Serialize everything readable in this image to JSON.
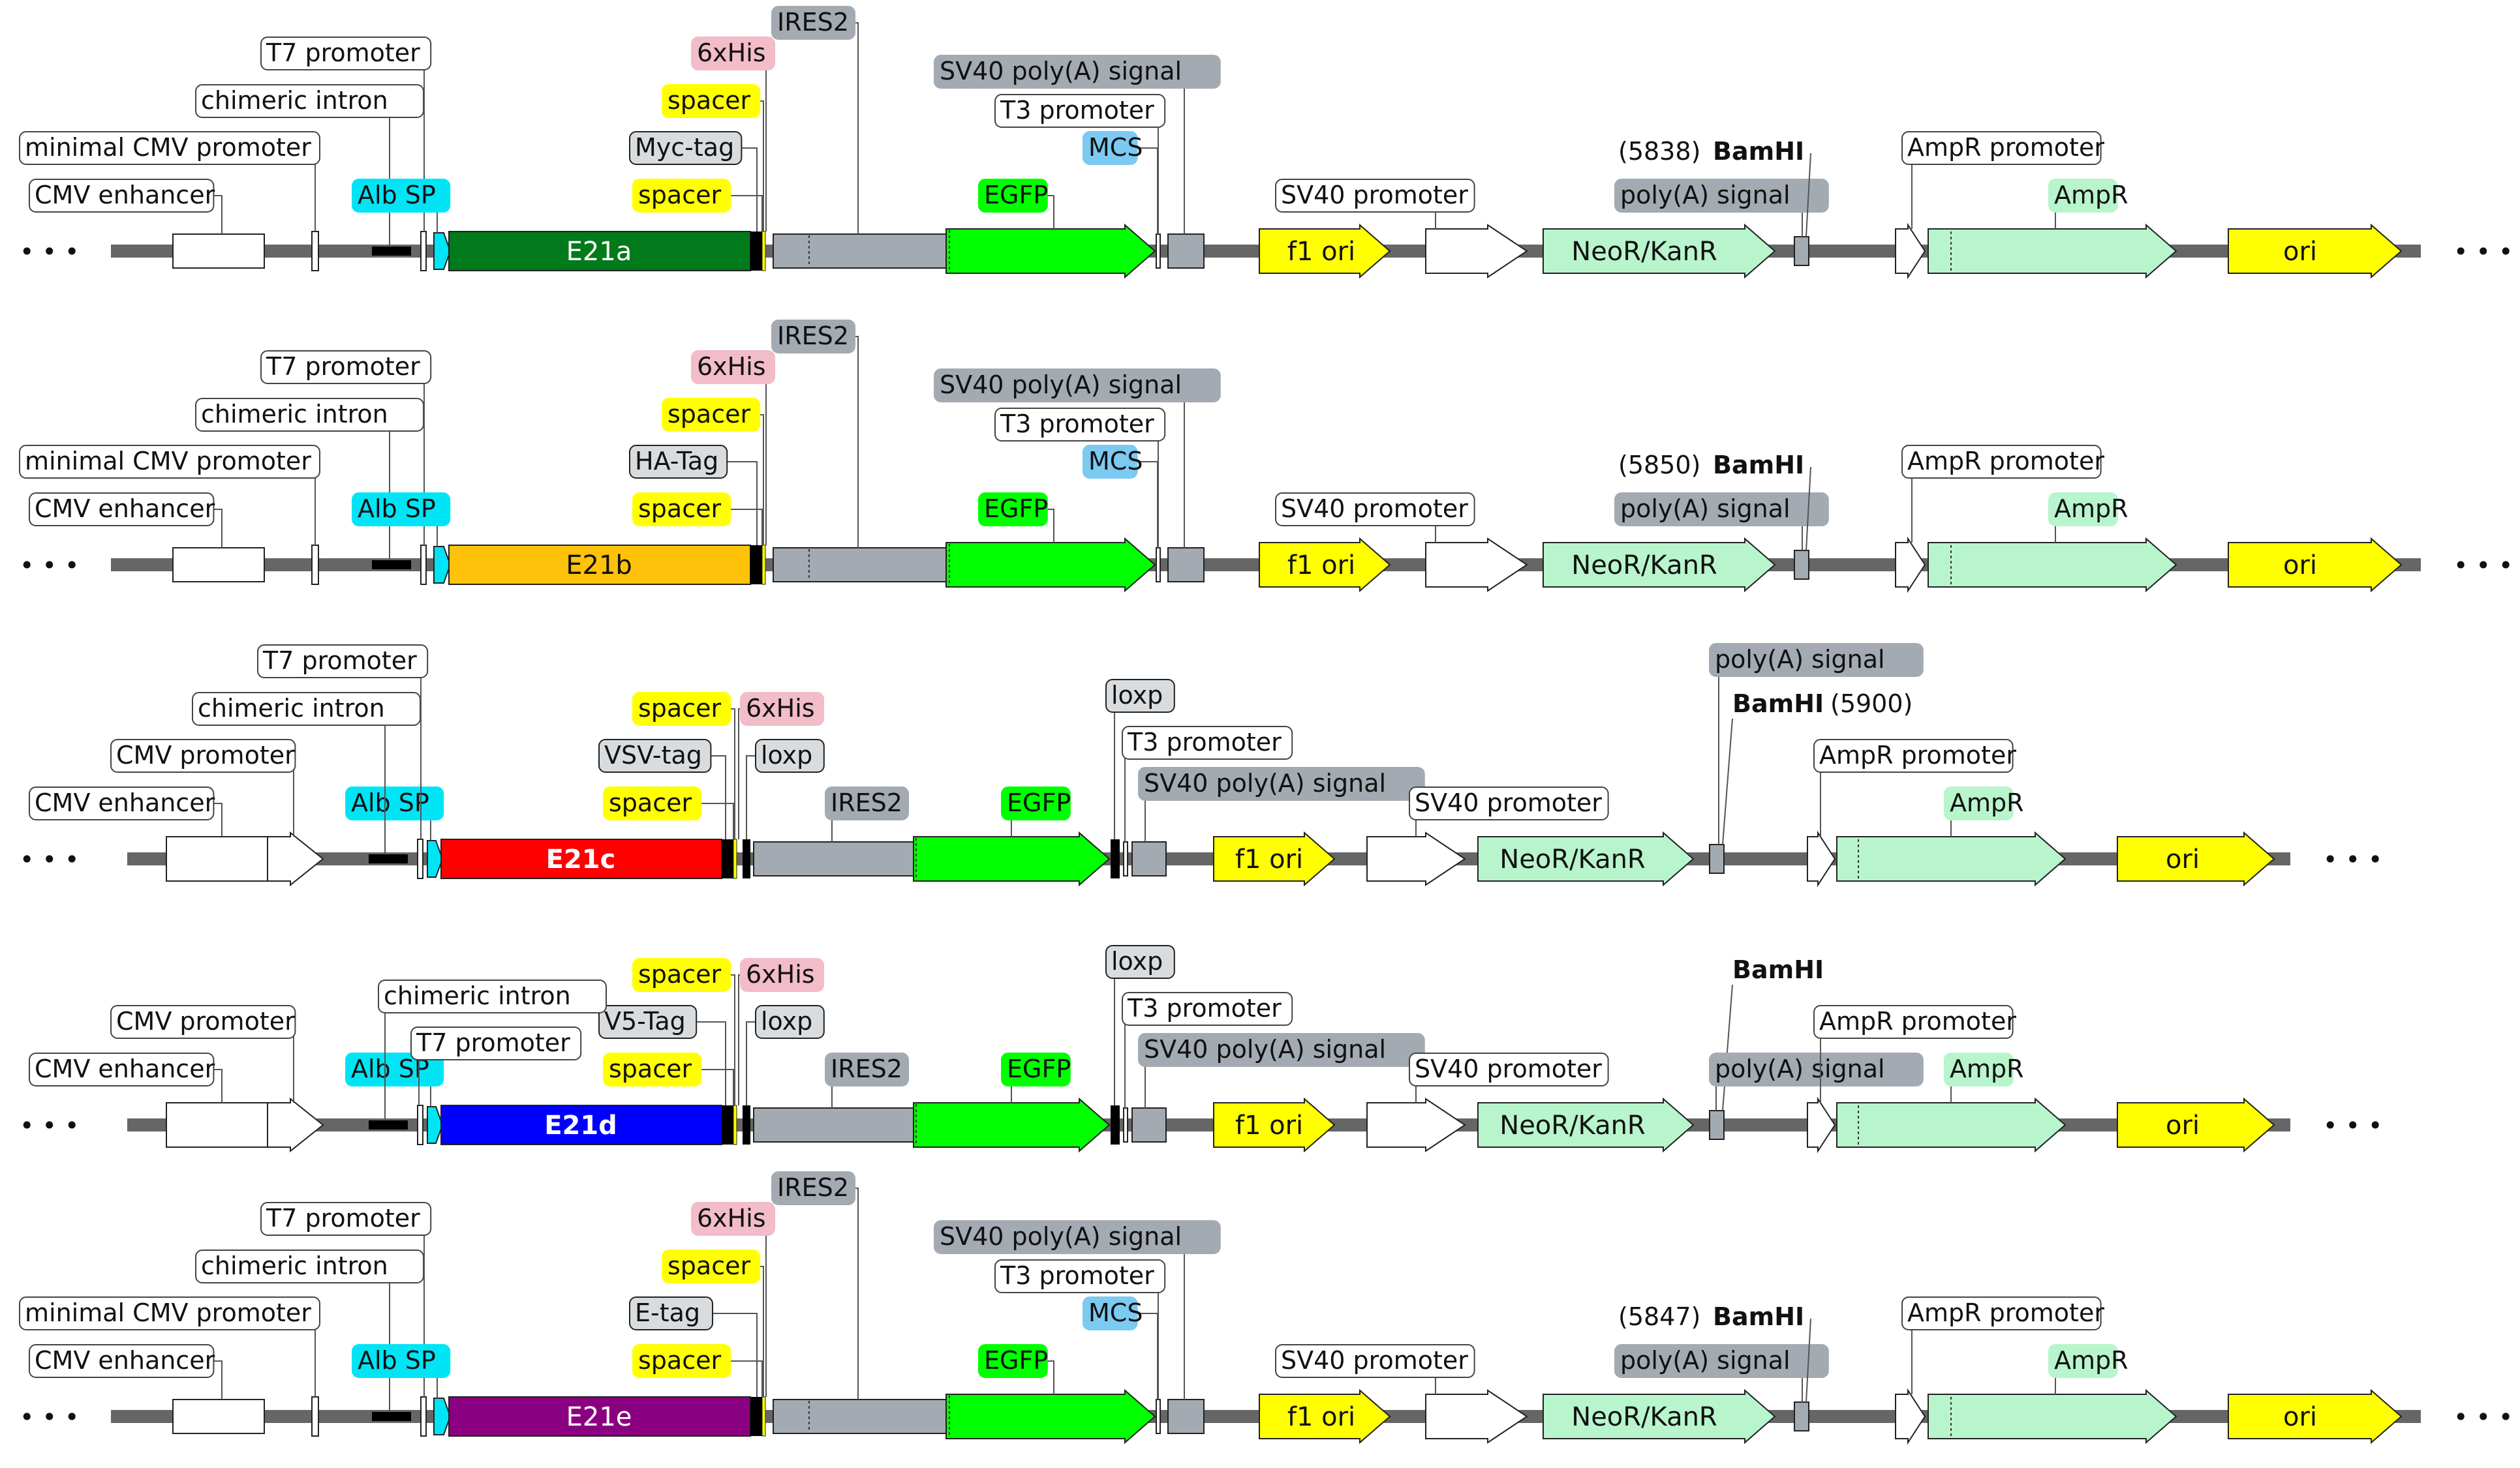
{
  "colors": {
    "backbone": "#666666",
    "white": "#ffffff",
    "outline": "#222222",
    "cyan": "#00e5f5",
    "yellow": "#ffff00",
    "gray": "#a3aab2",
    "pink": "#f2bcc8",
    "blue_label": "#7cc9f2",
    "green": "#00ff00",
    "lightgreen": "#b8f5cc",
    "black": "#000000",
    "e21a": "#007a1a",
    "e21b": "#ffc20a",
    "e21c": "#ff0000",
    "e21d": "#0000ff",
    "e21e": "#8a0080"
  },
  "ellipsis": "• • •",
  "constructs": [
    {
      "id": "E21a",
      "variant": "a",
      "insert_label": "E21a",
      "insert_color": "#007a1a",
      "insert_text_color": "#ffffff",
      "tag_label": "Myc-tag",
      "site_label": "BamHI",
      "site_position": "(5838)",
      "labels": {
        "cmv_enhancer": "CMV enhancer",
        "promoter": "minimal CMV promoter",
        "intron": "chimeric intron",
        "t7": "T7 promoter",
        "alb_sp": "Alb SP",
        "spacer": "spacer",
        "his": "6xHis",
        "ires": "IRES2",
        "sv40_polya": "SV40 poly(A) signal",
        "t3": "T3 promoter",
        "mcs": "MCS",
        "egfp": "EGFP",
        "f1": "f1 ori",
        "sv40_promoter": "SV40 promoter",
        "neo": "NeoR/KanR",
        "polya": "poly(A) signal",
        "ampr_promoter": "AmpR promoter",
        "ampr": "AmpR",
        "ori": "ori"
      }
    },
    {
      "id": "E21b",
      "variant": "a",
      "insert_label": "E21b",
      "insert_color": "#ffc20a",
      "insert_text_color": "#111111",
      "tag_label": "HA-Tag",
      "site_label": "BamHI",
      "site_position": "(5850)",
      "labels": {
        "cmv_enhancer": "CMV enhancer",
        "promoter": "minimal CMV promoter",
        "intron": "chimeric intron",
        "t7": "T7 promoter",
        "alb_sp": "Alb SP",
        "spacer": "spacer",
        "his": "6xHis",
        "ires": "IRES2",
        "sv40_polya": "SV40 poly(A) signal",
        "t3": "T3 promoter",
        "mcs": "MCS",
        "egfp": "EGFP",
        "f1": "f1 ori",
        "sv40_promoter": "SV40 promoter",
        "neo": "NeoR/KanR",
        "polya": "poly(A) signal",
        "ampr_promoter": "AmpR promoter",
        "ampr": "AmpR",
        "ori": "ori"
      }
    },
    {
      "id": "E21c",
      "variant": "c",
      "insert_label": "E21c",
      "insert_color": "#ff0000",
      "insert_text_color": "#ffffff",
      "tag_label": "VSV-tag",
      "site_label": "BamHI",
      "site_position": "(5900)",
      "labels": {
        "cmv_enhancer": "CMV enhancer",
        "promoter": "CMV promoter",
        "intron": "chimeric intron",
        "t7": "T7 promoter",
        "alb_sp": "Alb SP",
        "spacer": "spacer",
        "his": "6xHis",
        "loxp": "loxp",
        "ires": "IRES2",
        "egfp": "EGFP",
        "loxp2": "loxp",
        "t3": "T3 promoter",
        "sv40_polya": "SV40 poly(A) signal",
        "f1": "f1 ori",
        "sv40_promoter": "SV40 promoter",
        "neo": "NeoR/KanR",
        "polya": "poly(A) signal",
        "ampr_promoter": "AmpR promoter",
        "ampr": "AmpR",
        "ori": "ori"
      }
    },
    {
      "id": "E21d",
      "variant": "d",
      "insert_label": "E21d",
      "insert_color": "#0000ff",
      "insert_text_color": "#ffffff",
      "tag_label": "V5-Tag",
      "site_label": "BamHI",
      "site_position": "",
      "labels": {
        "cmv_enhancer": "CMV enhancer",
        "promoter": "CMV promoter",
        "intron": "chimeric intron",
        "t7": "T7 promoter",
        "alb_sp": "Alb SP",
        "spacer": "spacer",
        "his": "6xHis",
        "loxp": "loxp",
        "ires": "IRES2",
        "egfp": "EGFP",
        "loxp2": "loxp",
        "t3": "T3 promoter",
        "sv40_polya": "SV40 poly(A) signal",
        "f1": "f1 ori",
        "sv40_promoter": "SV40 promoter",
        "neo": "NeoR/KanR",
        "polya": "poly(A) signal",
        "ampr_promoter": "AmpR promoter",
        "ampr": "AmpR",
        "ori": "ori"
      }
    },
    {
      "id": "E21e",
      "variant": "a",
      "insert_label": "E21e",
      "insert_color": "#8a0080",
      "insert_text_color": "#ffffff",
      "tag_label": "E-tag",
      "site_label": "BamHI",
      "site_position": "(5847)",
      "labels": {
        "cmv_enhancer": "CMV enhancer",
        "promoter": "minimal CMV promoter",
        "intron": "chimeric intron",
        "t7": "T7 promoter",
        "alb_sp": "Alb SP",
        "spacer": "spacer",
        "his": "6xHis",
        "ires": "IRES2",
        "sv40_polya": "SV40 poly(A) signal",
        "t3": "T3 promoter",
        "mcs": "MCS",
        "egfp": "EGFP",
        "f1": "f1 ori",
        "sv40_promoter": "SV40 promoter",
        "neo": "NeoR/KanR",
        "polya": "poly(A) signal",
        "ampr_promoter": "AmpR promoter",
        "ampr": "AmpR",
        "ori": "ori"
      }
    }
  ]
}
